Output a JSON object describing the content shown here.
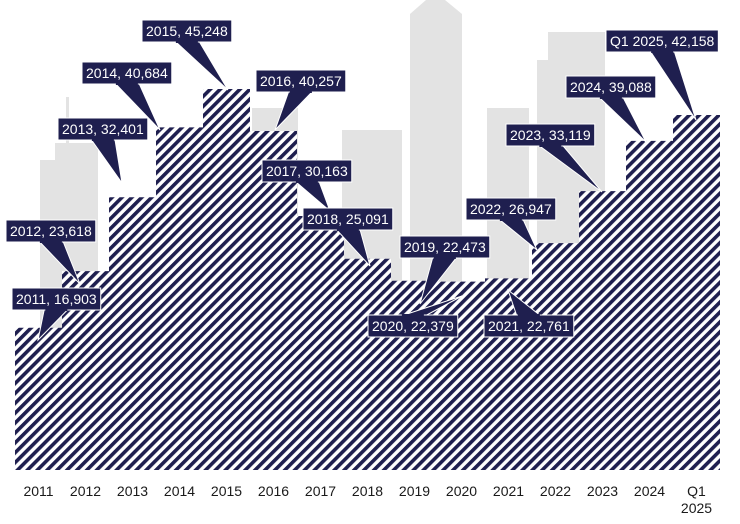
{
  "chart_data": {
    "type": "area",
    "style": "step",
    "title": "",
    "xlabel": "",
    "ylabel": "",
    "ylim": [
      0,
      50000
    ],
    "grid": false,
    "legend": "none",
    "categories": [
      "2011",
      "2012",
      "2013",
      "2014",
      "2015",
      "2016",
      "2017",
      "2018",
      "2019",
      "2020",
      "2021",
      "2022",
      "2023",
      "2024",
      "Q1 2025"
    ],
    "values": [
      16903,
      23618,
      32401,
      40684,
      45248,
      40257,
      30163,
      25091,
      22473,
      22379,
      22761,
      26947,
      33119,
      39088,
      42158
    ],
    "data_labels": [
      "2011, 16,903",
      "2012, 23,618",
      "2013, 32,401",
      "2014, 40,684",
      "2015, 45,248",
      "2016, 40,257",
      "2017, 30,163",
      "2018, 25,091",
      "2019, 22,473",
      "2020, 22,379",
      "2021, 22,761",
      "2022, 26,947",
      "2023, 33,119",
      "2024, 39,088",
      "Q1 2025, 42,158"
    ],
    "colors": {
      "fill": "#1f1f4f",
      "label_bg": "#1f1f4f",
      "label_text": "#ffffff",
      "background_art": "#e3e3e3"
    }
  }
}
